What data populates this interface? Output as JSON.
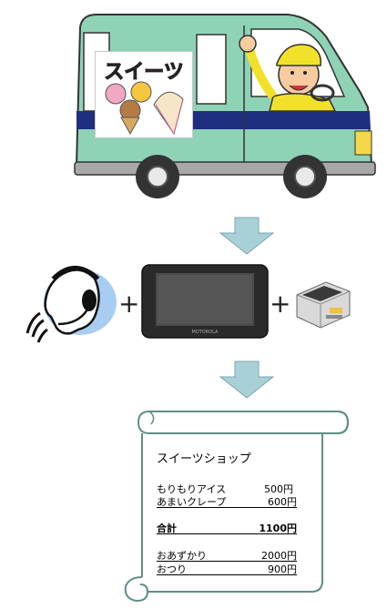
{
  "truck": {
    "sign_text": "スイーツ",
    "body_color": "#8fd3b7",
    "stripe_color": "#1f2f80",
    "sign_text_color": "#e2349a"
  },
  "devices": {
    "headset_bg_color": "#a9cdf2",
    "tablet_brand": "MOTOROLA"
  },
  "operators": {
    "plus_1": "+",
    "plus_2": "+"
  },
  "arrows": {
    "color": "#a9d0d6"
  },
  "receipt": {
    "shop_name": "スイーツショップ",
    "items": [
      {
        "name": "もりもりアイス",
        "price": "500円"
      },
      {
        "name": "あまいクレープ",
        "price": "600円"
      }
    ],
    "total_label": "合計",
    "total_value": "1100円",
    "payment_label": "おあずかり",
    "payment_value": "2000円",
    "change_label": "おつり",
    "change_value": "900円"
  }
}
